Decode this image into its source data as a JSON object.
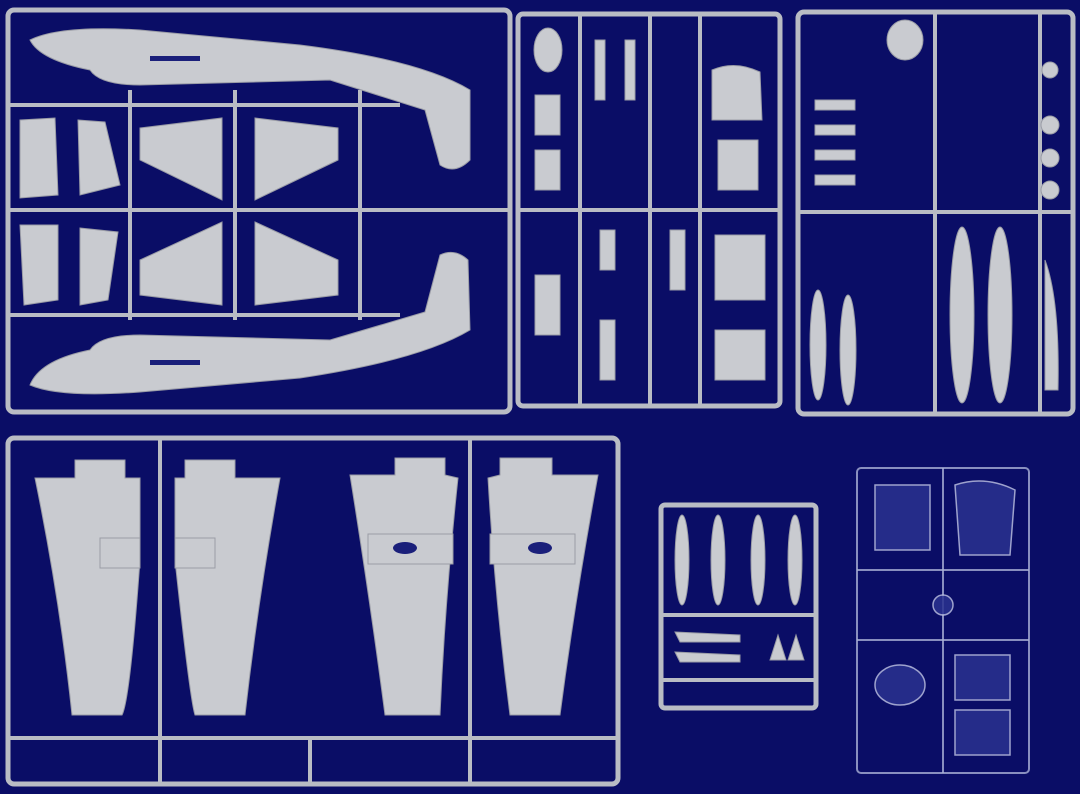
{
  "colors": {
    "background": "#0a0d66",
    "plastic_gray": "#c9cbd0",
    "sprue": "#b9bcc4",
    "clear_plastic": "#a9b0d6"
  },
  "subject": {
    "sprues": [
      "fuselage-and-tail",
      "small-parts-a",
      "small-parts-b",
      "wings",
      "weapons",
      "clear-parts"
    ]
  }
}
